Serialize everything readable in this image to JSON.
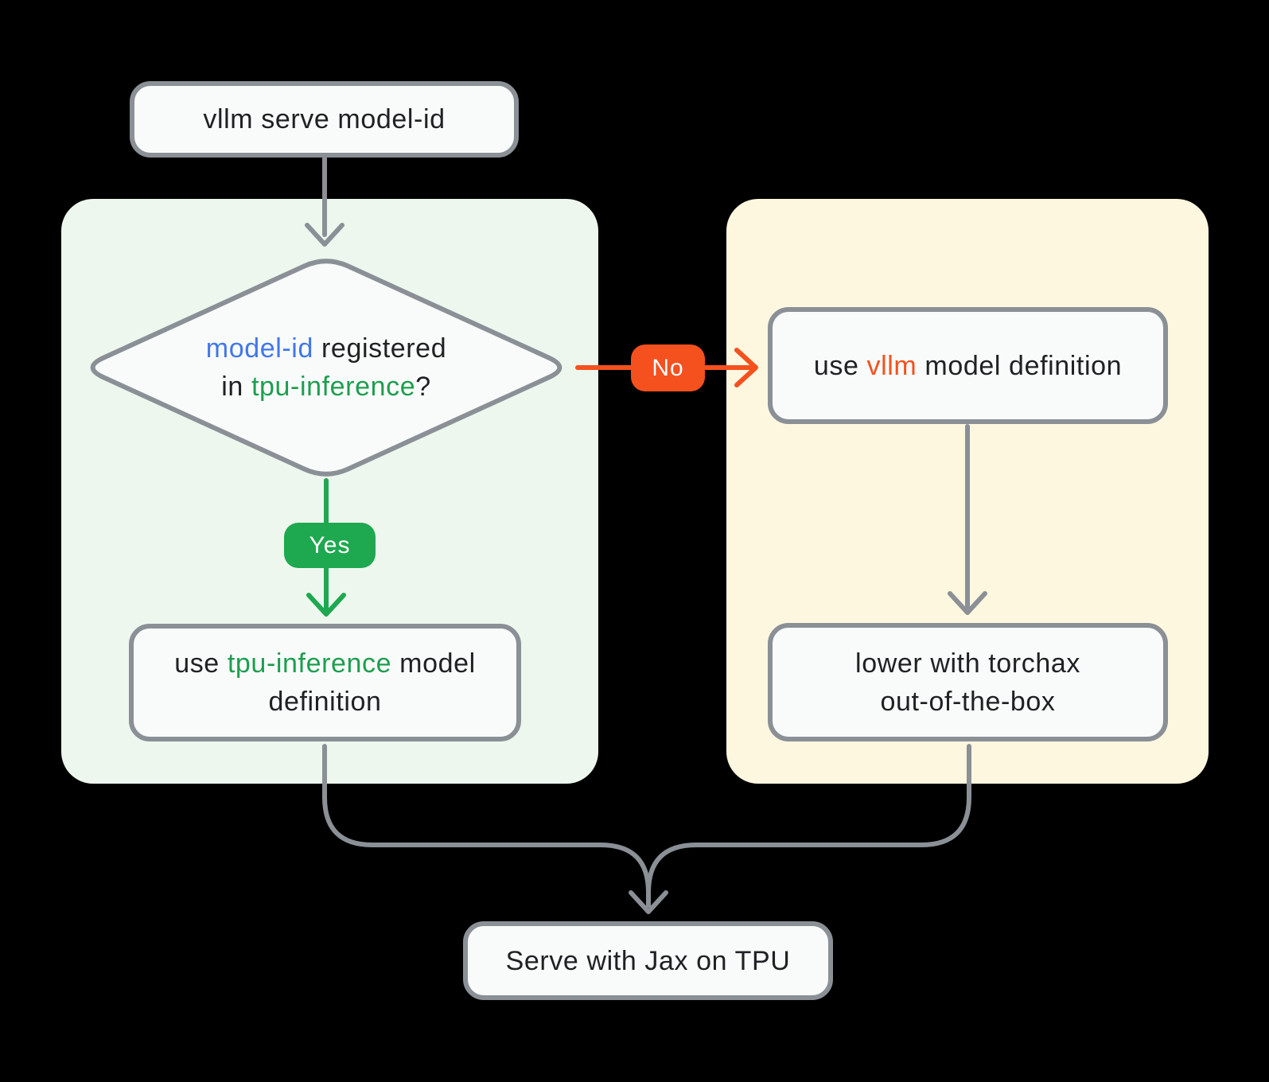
{
  "colors": {
    "background": "#000000",
    "container_green": "#EDF7EE",
    "container_yellow": "#FEF7E0",
    "node_fill": "#F9FBFA",
    "node_border": "#8A9096",
    "edge_gray": "#8A9096",
    "accent_green": "#1EA84F",
    "accent_orange": "#F4511E",
    "text_dark": "#202124",
    "text_blue": "#4177E8",
    "text_green": "#1E9E4F",
    "text_orange": "#F4511E",
    "badge_text": "#FFFFFF"
  },
  "nodes": {
    "start": {
      "text": "vllm serve model-id"
    },
    "decision": {
      "line1": [
        {
          "text": "model-id",
          "color": "blue"
        },
        {
          "text": " registered",
          "color": "dark"
        }
      ],
      "line2": [
        {
          "text": "in ",
          "color": "dark"
        },
        {
          "text": "tpu-inference",
          "color": "green"
        },
        {
          "text": "?",
          "color": "dark"
        }
      ]
    },
    "tpu_model": {
      "line1": [
        {
          "text": "use ",
          "color": "dark"
        },
        {
          "text": "tpu-inference",
          "color": "green"
        },
        {
          "text": " model",
          "color": "dark"
        }
      ],
      "line2": [
        {
          "text": "definition",
          "color": "dark"
        }
      ]
    },
    "vllm_model": {
      "line1": [
        {
          "text": "use ",
          "color": "dark"
        },
        {
          "text": "vllm",
          "color": "orange"
        },
        {
          "text": " model definition",
          "color": "dark"
        }
      ]
    },
    "torchax": {
      "line1": "lower with torchax",
      "line2": "out-of-the-box"
    },
    "serve": {
      "text": "Serve with Jax on TPU"
    }
  },
  "edges": {
    "yes_label": "Yes",
    "no_label": "No"
  }
}
